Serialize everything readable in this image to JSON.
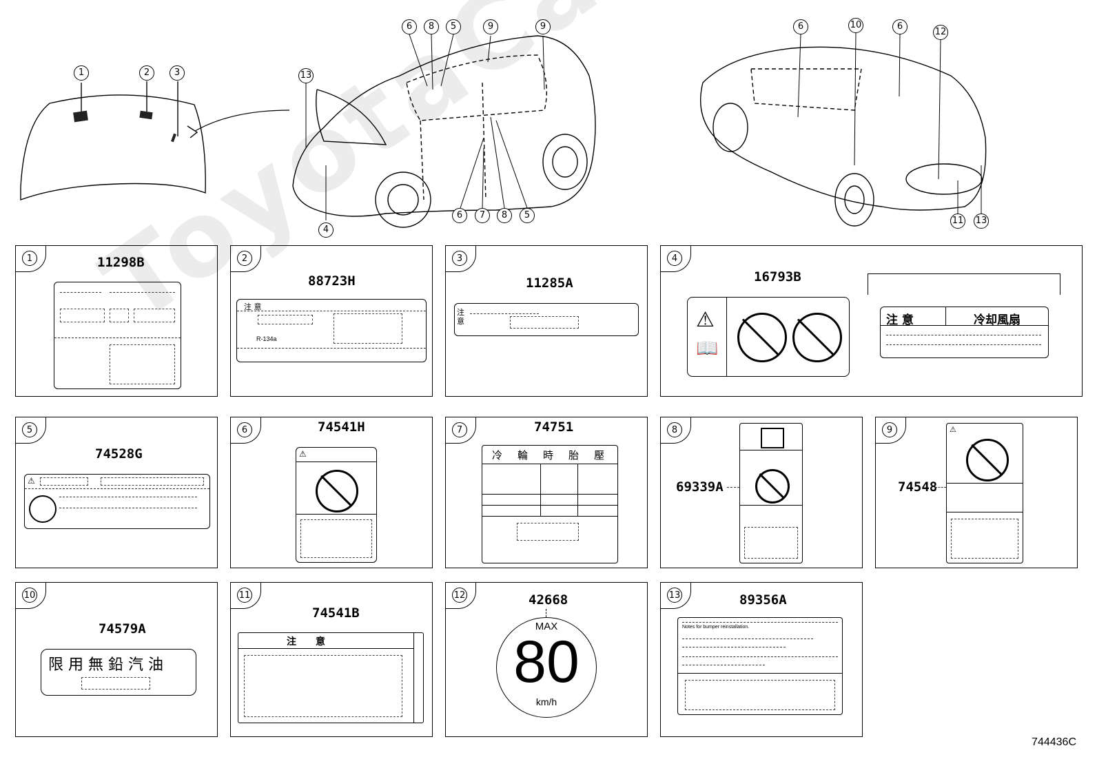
{
  "watermark": "ToyotaCarMine.ru",
  "diagram_code": "744436C",
  "callouts": {
    "hood": [
      "1",
      "2",
      "3"
    ],
    "front_car": [
      "13",
      "6",
      "8",
      "5",
      "9",
      "9",
      "4",
      "6",
      "7",
      "8",
      "5"
    ],
    "rear_car": [
      "6",
      "10",
      "6",
      "12",
      "11",
      "13"
    ]
  },
  "panels": [
    {
      "index": "1",
      "part_no": "11298B"
    },
    {
      "index": "2",
      "part_no": "88723H",
      "caution": "注 意",
      "refrigerant": "R-134a"
    },
    {
      "index": "3",
      "part_no": "11285A",
      "caution": "注意"
    },
    {
      "index": "4",
      "part_no": "16793B",
      "caution": "注 意",
      "fan": "冷却風扇"
    },
    {
      "index": "5",
      "part_no": "74528G"
    },
    {
      "index": "6",
      "part_no": "74541H"
    },
    {
      "index": "7",
      "part_no": "74751",
      "tire_header": [
        "冷",
        "輪",
        "時",
        "胎",
        "壓"
      ]
    },
    {
      "index": "8",
      "part_no": "69339A"
    },
    {
      "index": "9",
      "part_no": "74548"
    },
    {
      "index": "10",
      "part_no": "74579A",
      "fuel_text": "限 用 無 鉛 汽 油"
    },
    {
      "index": "11",
      "part_no": "74541B",
      "caution": "注　　意"
    },
    {
      "index": "12",
      "part_no": "42668",
      "speed_max": "MAX",
      "speed_value": "80",
      "speed_unit": "km/h"
    },
    {
      "index": "13",
      "part_no": "89356A",
      "note": "Notes for bumper reinstallation."
    }
  ]
}
